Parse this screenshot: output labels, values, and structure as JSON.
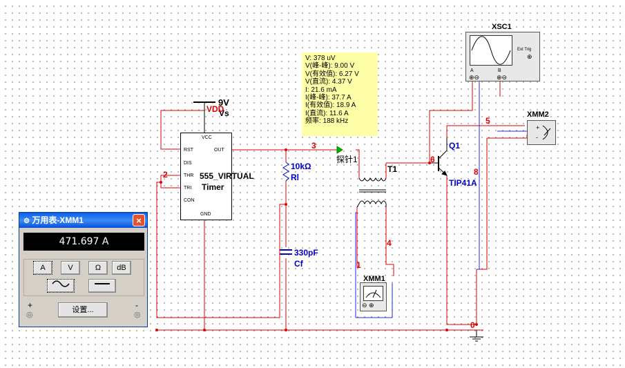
{
  "supply": {
    "voltage": "9V",
    "name": "Vs",
    "rail": "VDD"
  },
  "timer": {
    "name": "555_VIRTUAL",
    "sub": "Timer",
    "pins": {
      "vcc": "VCC",
      "rst": "RST",
      "dis": "DIS",
      "thr": "THR",
      "tri": "TRI",
      "con": "CON",
      "out": "OUT",
      "gnd": "GND"
    }
  },
  "nets": {
    "n0": "0",
    "n1": "1",
    "n2": "2",
    "n3": "3",
    "n4": "4",
    "n5": "5",
    "n6": "6",
    "n8": "8"
  },
  "resistor": {
    "value": "10kΩ",
    "name": "Rl"
  },
  "capacitor": {
    "value": "330pF",
    "name": "Cf"
  },
  "transformer": {
    "name": "T1"
  },
  "transistor": {
    "name": "Q1",
    "model": "TIP41A"
  },
  "probe": {
    "name": "探针1",
    "readings": [
      "V: 378 uV",
      "V(峰-峰): 9.00 V",
      "V(有效值): 6.27 V",
      "V(直流): 4.37 V",
      "I: 21.6 mA",
      "I(峰-峰): 37.7 A",
      "I(有效值): 18.9 A",
      "I(直流): 11.6 A",
      "频率: 188 kHz"
    ]
  },
  "scope": {
    "name": "XSC1",
    "trig": "Ext Trig",
    "chA": "A",
    "chB": "B"
  },
  "xmm2": {
    "name": "XMM2",
    "plus": "+",
    "minus": "-"
  },
  "xmm1_icon": {
    "name": "XMM1"
  },
  "multimeter": {
    "title": "万用表-XMM1",
    "reading": "471.697 A",
    "buttons": {
      "amp": "A",
      "volt": "V",
      "ohm": "Ω",
      "db": "dB"
    },
    "settings": "设置...",
    "plus": "+",
    "minus": "-",
    "close": "×"
  }
}
